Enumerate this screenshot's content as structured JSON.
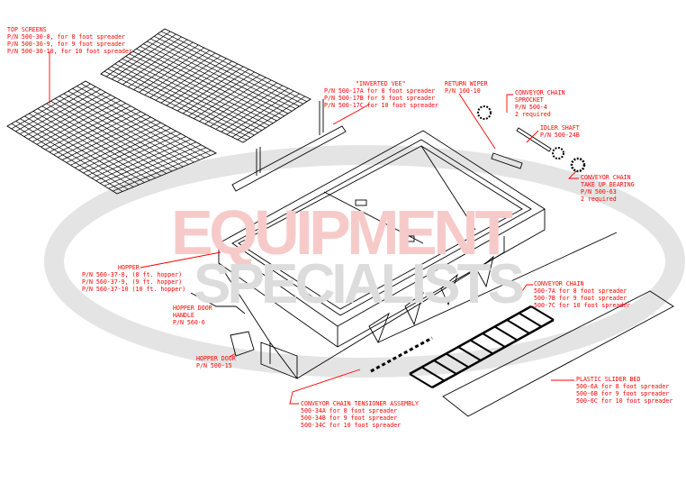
{
  "watermark": {
    "line1": "EQUIPMENT",
    "line2": "SPECIALISTS",
    "colors": {
      "red": "#f7caca",
      "grey": "#dcdcdc"
    }
  },
  "label_color": "#ff0000",
  "labels": {
    "top_screens": [
      "TOP SCREENS",
      "P/N 500-30-8, for 8 foot spreader",
      "P/N 500-30-9, for 9 foot spreader",
      "P/N 500-30-10, for 10 foot spreader"
    ],
    "inverted_vee": [
      "\"INVERTED VEE\"",
      "P/N 500-17A for 8 foot spreader",
      "P/N 500-17B for 9 foot spreader",
      "P/N 500-17C for 10 foot spreader"
    ],
    "return_wiper": [
      "RETURN WIPER",
      "P/N 100-10"
    ],
    "sprocket": [
      "CONVEYOR CHAIN",
      "SPROCKET",
      "P/N 500-4",
      "2 required"
    ],
    "idler_shaft": [
      "IDLER SHAFT",
      "P/N 500-24B"
    ],
    "take_up_bearing": [
      "CONVEYOR CHAIN",
      "TAKE UP BEARING",
      "P/N 500-63",
      "2 required"
    ],
    "hopper": [
      "HOPPER",
      "P/N 560-37-8, (8 ft. hopper)",
      "P/N 560-37-9, (9 ft. hopper)",
      "P/N 560-37-10 (10 ft. hopper)"
    ],
    "hopper_door_handle": [
      "HOPPER DOOR",
      "HANDLE",
      "P/N 560-6"
    ],
    "hopper_door": [
      "HOPPER DOOR",
      "P/N 500-15"
    ],
    "conveyor_chain": [
      "CONVEYOR CHAIN",
      "500-7A for 8 foot spreader",
      "500-7B for 9 foot spreader",
      "500-7C for 10 foot spreader"
    ],
    "slider_bed": [
      "PLASTIC SLIDER BED",
      "500-6A for 8 foot spreader",
      "500-6B for 9 foot spreader",
      "500-6C for 10 foot spreader"
    ],
    "tensioner": [
      "CONVEYOR CHAIN TENSIONER ASSEMBLY",
      "500-34A for 8 foot spreader",
      "500-34B for 9 foot spreader",
      "500-34C for 10 foot spreader"
    ]
  }
}
